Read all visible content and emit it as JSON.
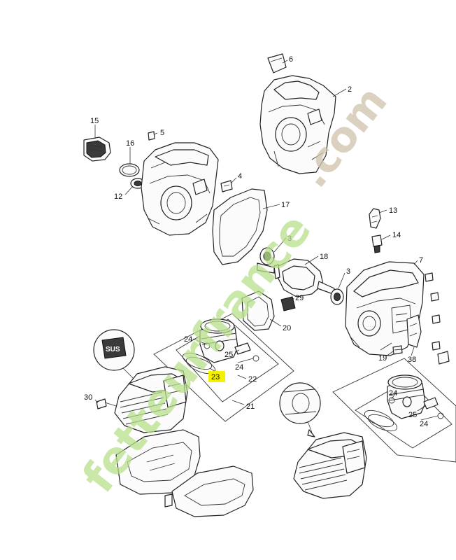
{
  "watermark": {
    "brand": "fetteurfrance",
    "domain": ".com",
    "brand_color": "#b8df8a",
    "domain_color": "#cfc2ad"
  },
  "highlight_color": "#f4f000",
  "highlighted_part": "23",
  "callouts": [
    {
      "id": "c6",
      "label": "6"
    },
    {
      "id": "c2",
      "label": "2"
    },
    {
      "id": "c15",
      "label": "15"
    },
    {
      "id": "c5",
      "label": "5"
    },
    {
      "id": "c16",
      "label": "16"
    },
    {
      "id": "c12",
      "label": "12"
    },
    {
      "id": "c4",
      "label": "4"
    },
    {
      "id": "c17",
      "label": "17"
    },
    {
      "id": "c13",
      "label": "13"
    },
    {
      "id": "c14",
      "label": "14"
    },
    {
      "id": "c3a",
      "label": "3"
    },
    {
      "id": "c18",
      "label": "18"
    },
    {
      "id": "c7",
      "label": "7"
    },
    {
      "id": "c3b",
      "label": "3"
    },
    {
      "id": "c29",
      "label": "29"
    },
    {
      "id": "c20",
      "label": "20"
    },
    {
      "id": "c24a",
      "label": "24"
    },
    {
      "id": "c25a",
      "label": "25"
    },
    {
      "id": "c24b",
      "label": "24"
    },
    {
      "id": "c23",
      "label": "23"
    },
    {
      "id": "c22",
      "label": "22"
    },
    {
      "id": "c19",
      "label": "19"
    },
    {
      "id": "c38",
      "label": "38"
    },
    {
      "id": "c21",
      "label": "21"
    },
    {
      "id": "c30",
      "label": "30"
    },
    {
      "id": "c24c",
      "label": "24"
    },
    {
      "id": "c25b",
      "label": "25"
    },
    {
      "id": "c24d",
      "label": "24"
    }
  ],
  "magnifier_stamp": "SUS"
}
